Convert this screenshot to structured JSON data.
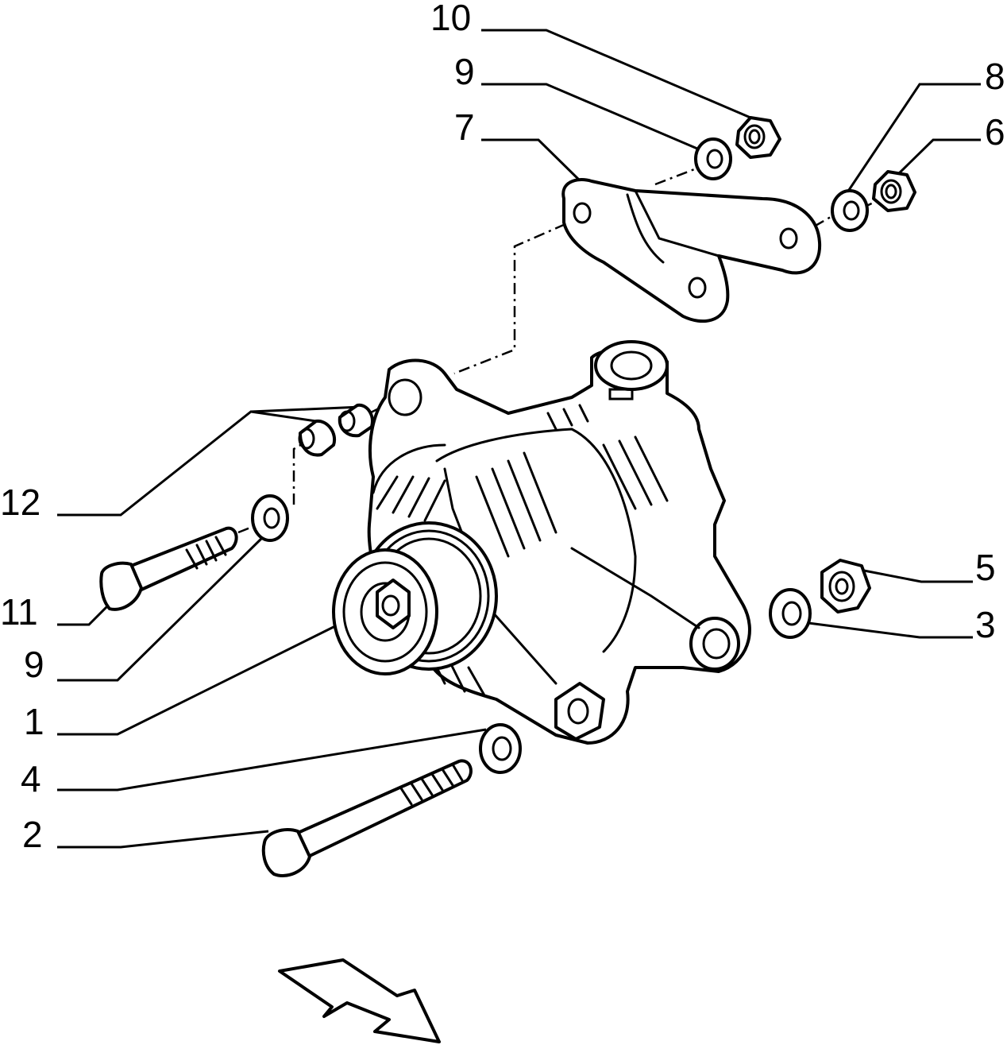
{
  "callouts": {
    "c1": "1",
    "c2": "2",
    "c3": "3",
    "c4": "4",
    "c5": "5",
    "c6": "6",
    "c7": "7",
    "c8": "8",
    "c9_top": "9",
    "c9_left": "9",
    "c10": "10",
    "c11": "11",
    "c12": "12"
  },
  "icons": {
    "direction_arrow": "direction-arrow-icon"
  },
  "colors": {
    "line": "#000000",
    "background": "#ffffff"
  }
}
